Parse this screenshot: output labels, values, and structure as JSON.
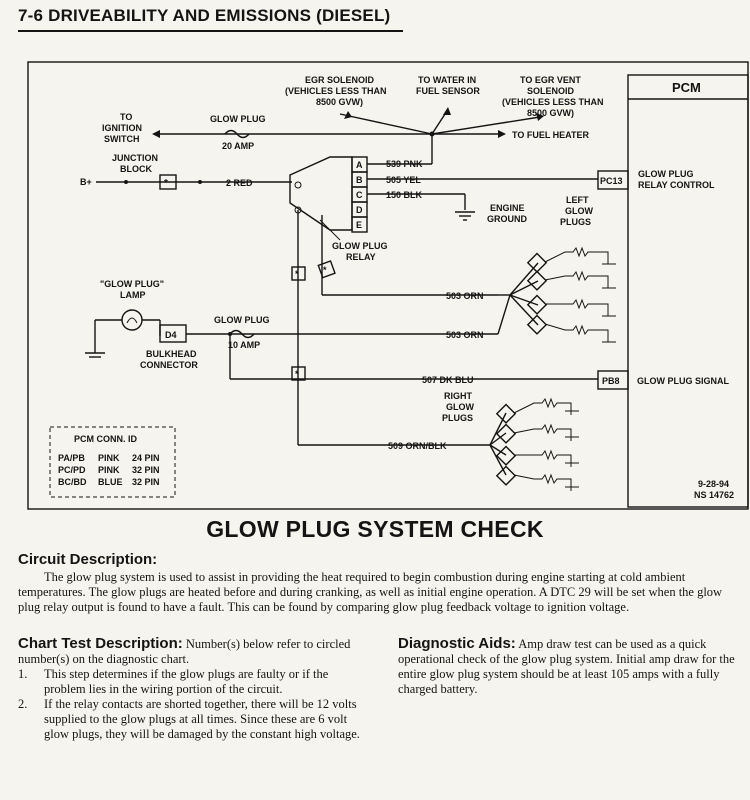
{
  "header": {
    "title": "7-6  DRIVEABILITY AND EMISSIONS  (DIESEL)"
  },
  "diagram": {
    "labels": {
      "egr_solenoid_1": "EGR SOLENOID",
      "egr_solenoid_2": "(VEHICLES LESS THAN",
      "egr_solenoid_3": "8500 GVW)",
      "water_fuel_1": "TO WATER IN",
      "water_fuel_2": "FUEL SENSOR",
      "egr_vent_1": "TO EGR VENT",
      "egr_vent_2": "SOLENOID",
      "egr_vent_3": "(VEHICLES LESS THAN",
      "egr_vent_4": "8500 GVW)",
      "pcm": "PCM",
      "to_ign_1": "TO",
      "to_ign_2": "IGNITION",
      "to_ign_3": "SWITCH",
      "glow_plug_fuse": "GLOW PLUG",
      "amp20": "20 AMP",
      "fuel_heater": "TO FUEL HEATER",
      "junction_1": "JUNCTION",
      "junction_2": "BLOCK",
      "bplus": "B+",
      "red2": "2 RED",
      "pin_a": "A",
      "pin_b": "B",
      "pin_c": "C",
      "pin_d": "D",
      "pin_e": "E",
      "w539": "539 PNK",
      "w505": "505 YEL",
      "w150": "150 BLK",
      "pc13": "PC13",
      "relay_ctrl_1": "GLOW PLUG",
      "relay_ctrl_2": "RELAY CONTROL",
      "engine_gnd_1": "ENGINE",
      "engine_gnd_2": "GROUND",
      "left_gp_1": "LEFT",
      "left_gp_2": "GLOW",
      "left_gp_3": "PLUGS",
      "relay_1": "GLOW PLUG",
      "relay_2": "RELAY",
      "lamp_1": "\"GLOW PLUG\"",
      "lamp_2": "LAMP",
      "w503a": "503 ORN",
      "w503b": "503 ORN",
      "gp_fuse2": "GLOW PLUG",
      "amp10": "10 AMP",
      "d4": "D4",
      "bulkhead_1": "BULKHEAD",
      "bulkhead_2": "CONNECTOR",
      "w507": "507 DK BLU",
      "pb8": "PB8",
      "gp_signal": "GLOW PLUG SIGNAL",
      "right_gp_1": "RIGHT",
      "right_gp_2": "GLOW",
      "right_gp_3": "PLUGS",
      "w509": "509 ORN/BLK",
      "date": "9-28-94",
      "ns": "NS 14762"
    },
    "conn_id": {
      "title": "PCM CONN. ID",
      "rows": [
        {
          "a": "PA/PB",
          "b": "PINK",
          "c": "24 PIN"
        },
        {
          "a": "PC/PD",
          "b": "PINK",
          "c": "32 PIN"
        },
        {
          "a": "BC/BD",
          "b": "BLUE",
          "c": "32 PIN"
        }
      ]
    }
  },
  "page_title": "GLOW PLUG SYSTEM CHECK",
  "circuit": {
    "heading": "Circuit Description:",
    "text": "The glow plug system is used to assist in providing the heat required to begin combustion during engine starting at cold ambient temperatures. The glow plugs are heated before and during cranking, as well as initial engine operation. A DTC 29 will be set when the glow plug relay output is found to have a fault. This can be found by comparing glow plug feedback voltage to ignition voltage."
  },
  "chart_test": {
    "heading": "Chart Test Description:",
    "intro": "Number(s) below refer to circled number(s) on the diagnostic chart.",
    "items": [
      {
        "num": "1.",
        "text": "This step determines if the glow plugs are faulty or if the problem lies in the wiring portion of the circuit."
      },
      {
        "num": "2.",
        "text": "If the relay contacts are shorted together, there will be 12 volts supplied to the glow plugs at all times. Since these are 6 volt glow plugs, they will be damaged by the constant high voltage."
      }
    ]
  },
  "diag_aids": {
    "heading": "Diagnostic Aids:",
    "text": "Amp draw test can be used as a quick operational check of the glow plug system. Initial amp draw for the entire glow plug system should be at least 105 amps with a fully charged battery."
  }
}
